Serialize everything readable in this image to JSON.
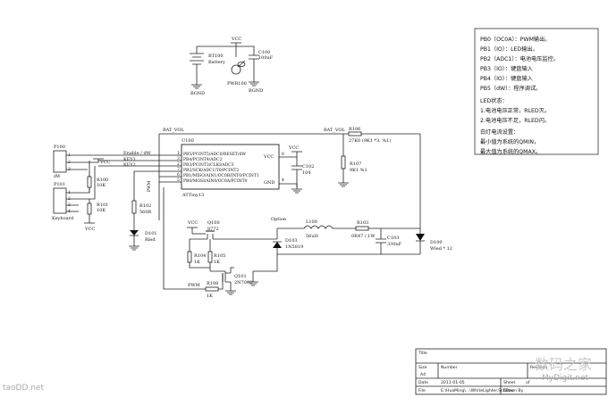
{
  "notes": {
    "lines": [
      "PB0（OC0A）：PWM输出。",
      "PB1（IO）：LED输出。",
      "PB2（ADC1）：电池电压监控。",
      "PB3（IO）：键盘输入",
      "PB4（IO）：键盘输入",
      "PB5（dW）：程序调试。",
      "",
      "LED状态：",
      "   1.电池电压正常，RLED灭。",
      "   2.电池电压不足，RLED闪。",
      "",
      "白灯电流设置：",
      "   最小值为系统的QMIN，",
      "   最大值为系统的QMAX。"
    ]
  },
  "battery": {
    "ref": "BT100",
    "label": "Battery",
    "gnd": "BGND"
  },
  "pwr_switch": {
    "ref": "PWR100",
    "gnd": "BGND"
  },
  "cap_c100": {
    "ref": "C100",
    "value": "100uF"
  },
  "vcc": "VCC",
  "mcu": {
    "ref": "U100",
    "part": "ATTiny13",
    "pins_left": [
      "PB5/PCINT5/ADC0/RESET/dW",
      "PB4/PCINT4/ADC2",
      "PB3/PCINT3/CLKI/ADC3",
      "PB2/SCK/ADC1/T0/PCINT2",
      "PB1/MISO/AIN1/OC0B/INT0/PCINT1",
      "PB0/MOSI/AIN0/OC0A/PCINT0"
    ],
    "pin_nums_left": [
      "1",
      "3",
      "2",
      "7",
      "6",
      "5"
    ],
    "vcc_label": "VCC",
    "vcc_pin": "8",
    "gnd_label": "GND",
    "gnd_pin": "4"
  },
  "nets": {
    "bat_vol": "BAT_VOL",
    "bat_vol2": "BAT_VOL",
    "enable_dw": "Enable / dW",
    "key1": "KEY1",
    "key2": "KEY2",
    "pwm_v": "PWM",
    "pwm_h": "PWM"
  },
  "c102": {
    "ref": "C102",
    "value": "104"
  },
  "conn_p100": {
    "ref": "P100",
    "label": "dW",
    "pins": [
      "1",
      "2",
      "3"
    ]
  },
  "conn_p101": {
    "ref": "P101",
    "label": "Keyboard",
    "pins": [
      "1",
      "2",
      "3",
      "4"
    ]
  },
  "r100": {
    "ref": "R100",
    "value": "10K"
  },
  "r101": {
    "ref": "R101",
    "value": "10K"
  },
  "r102": {
    "ref": "R102",
    "value": "560R"
  },
  "d101": {
    "ref": "D101",
    "value": "Rled"
  },
  "r106": {
    "ref": "R106",
    "value": "27K0 (9K1 *3, %1)"
  },
  "r107": {
    "ref": "R107",
    "value": "9K1 %1"
  },
  "q100": {
    "ref": "Q100",
    "value": "8772"
  },
  "q101": {
    "ref": "Q101",
    "value": "2N7002"
  },
  "r104": {
    "ref": "R104",
    "value": "1K"
  },
  "r105": {
    "ref": "R105",
    "value": "1K"
  },
  "r108": {
    "ref": "R108",
    "value": "1K"
  },
  "option": "Option",
  "l100": {
    "ref": "L100",
    "value": "56uH"
  },
  "d103": {
    "ref": "D103",
    "value": "1N5819"
  },
  "r103": {
    "ref": "R103",
    "value": "0R47 / 1W"
  },
  "c103": {
    "ref": "C103",
    "value": "330uF"
  },
  "d100": {
    "ref": "D100",
    "value": "Wled * 12"
  },
  "title_block": {
    "title": "Title",
    "size_label": "Size",
    "size": "A4",
    "number_label": "Number",
    "revision_label": "Revision",
    "date_label": "Date",
    "date": "2011-01-05",
    "sheet_label": "Sheet",
    "sheet_of": "of",
    "file_label": "File",
    "file": "E:\\HuaMing\\...\\WhiteLighter.SchDoc",
    "drawn_label": "Drawn By"
  },
  "watermarks": {
    "left": "taoDD.net",
    "right": "数码之家",
    "right_sub": "MyDigit.net"
  }
}
